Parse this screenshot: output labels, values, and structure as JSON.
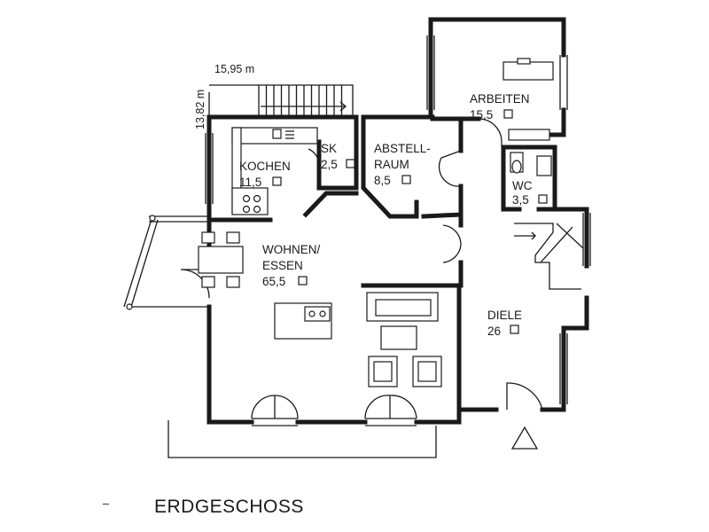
{
  "title": "ERDGESCHOSS",
  "dimensions": {
    "width": "15,95 m",
    "depth": "13,82 m"
  },
  "rooms": {
    "kochen": {
      "name": "KOCHEN",
      "area": "11,5"
    },
    "sk": {
      "name": "SK",
      "area": "2,5"
    },
    "abstell": {
      "name1": "ABSTELL-",
      "name2": "RAUM",
      "area": "8,5"
    },
    "arbeiten": {
      "name": "ARBEITEN",
      "area": "15,5"
    },
    "wc": {
      "name": "WC",
      "area": "3,5"
    },
    "wohnen": {
      "name1": "WOHNEN/",
      "name2": "ESSEN",
      "area": "65,5"
    },
    "diele": {
      "name": "DIELE",
      "area": "26"
    }
  },
  "area_unit_symbol": "☐",
  "footer_mark": "–"
}
